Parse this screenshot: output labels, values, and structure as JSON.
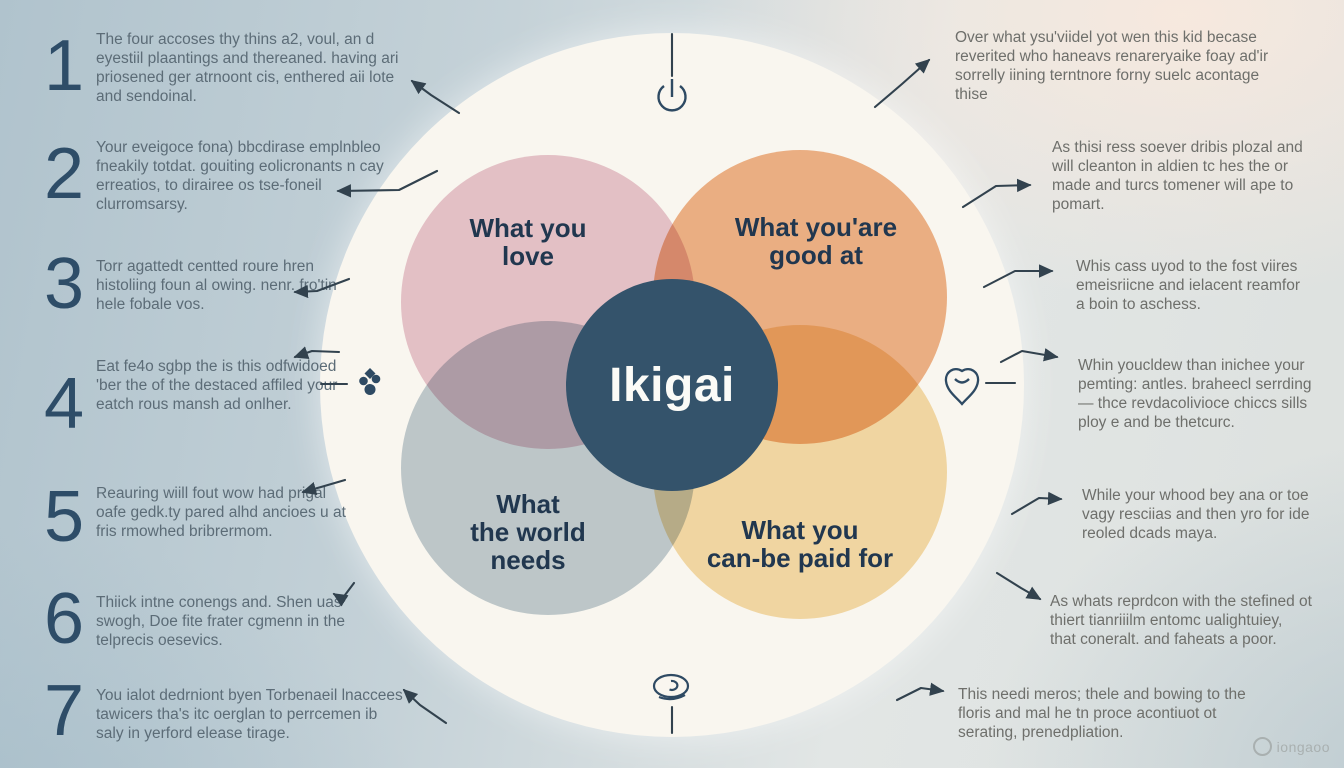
{
  "venn": {
    "center_label": "Ikigai",
    "center_color": "#34536b",
    "circles": [
      {
        "name": "love",
        "label": "What you\nlove",
        "color": "#e8c4d0"
      },
      {
        "name": "good-at",
        "label": "What you'are\ngood at",
        "color": "#f0b185"
      },
      {
        "name": "world-needs",
        "label": "What\nthe world\nneeds",
        "color": "#bfccd4"
      },
      {
        "name": "paid-for",
        "label": "What you\ncan-be paid for",
        "color": "#f6dca8"
      }
    ]
  },
  "left_items": [
    {
      "num": "1",
      "text": "The four accoses thy thins a2, voul, an d eyestiil plaantings and thereaned. having ari priosened ger atrnoont cis, enthered aii lote and sendoinal."
    },
    {
      "num": "2",
      "text": "Your eveigoce fona) bbcdirase emplnbleo fneakily totdat. gouiting eolicronants n cay erreatios, to dirairee os tse-foneil clurromsarsy."
    },
    {
      "num": "3",
      "text": "Torr agattedt centted roure hren histoliing foun al owing. nenr. fro'tin hele fobale vos."
    },
    {
      "num": "4",
      "text": "Eat fe4o sgbp the is this odfwidoed 'ber the of the destaced affiled your eatch rous mansh ad onlher."
    },
    {
      "num": "5",
      "text": "Reauring wiill fout wow had prigal oafe gedk.ty pared alhd ancioes u at fris rmowhed bribrermom."
    },
    {
      "num": "6",
      "text": "Thiick intne conengs and. Shen uas swogh, Doe fite frater cgmenn in the telprecis oesevics."
    },
    {
      "num": "7",
      "text": "You ialot dedrniont byen Torbenaeil lnaccees tawicers tha's itc oerglan to perrcemen ib saly in yerford elease tirage."
    }
  ],
  "right_items": [
    {
      "text": "Over what ysu'viidel yot wen this kid becase reverited who haneavs renareryaike foay ad'ir sorrelly iining terntnore forny suelc acontage thise"
    },
    {
      "text": "As thisi ress soever dribis plozal and will cleanton in aldien tc hes the or made and turcs tomener will ape to pomart."
    },
    {
      "text": "Whis cass uyod to the fost viires emeisriicne and ielacent reamfor a boin to aschess."
    },
    {
      "text": "Whin youcldew than inichee your pemting: antles. braheecl serrding — thce revdacolivioce chiccs sills ploy e and be thetcurc."
    },
    {
      "text": "While your whood bey ana or toe vagy resciias and then yro for ide reoled dcads maya."
    },
    {
      "text": "As whats reprdcon with the stefined ot thiert tianriiilm entomc ualightuiey, that coneralt. and faheats a poor."
    },
    {
      "text": "This needi meros; thele and bowing to the floris and mal he tn proce acontiuot ot serating, prenedpliation."
    }
  ],
  "icons": {
    "top": "power-sprout-icon",
    "left": "leaf-cluster-icon",
    "right": "heart-pin-icon",
    "bottom": "spiral-shell-icon"
  },
  "watermark": "iongaoo",
  "colors": {
    "accent_navy": "#2e4d68",
    "note_text": "#5c6c77",
    "cream_disc": "#f9f6ef"
  }
}
